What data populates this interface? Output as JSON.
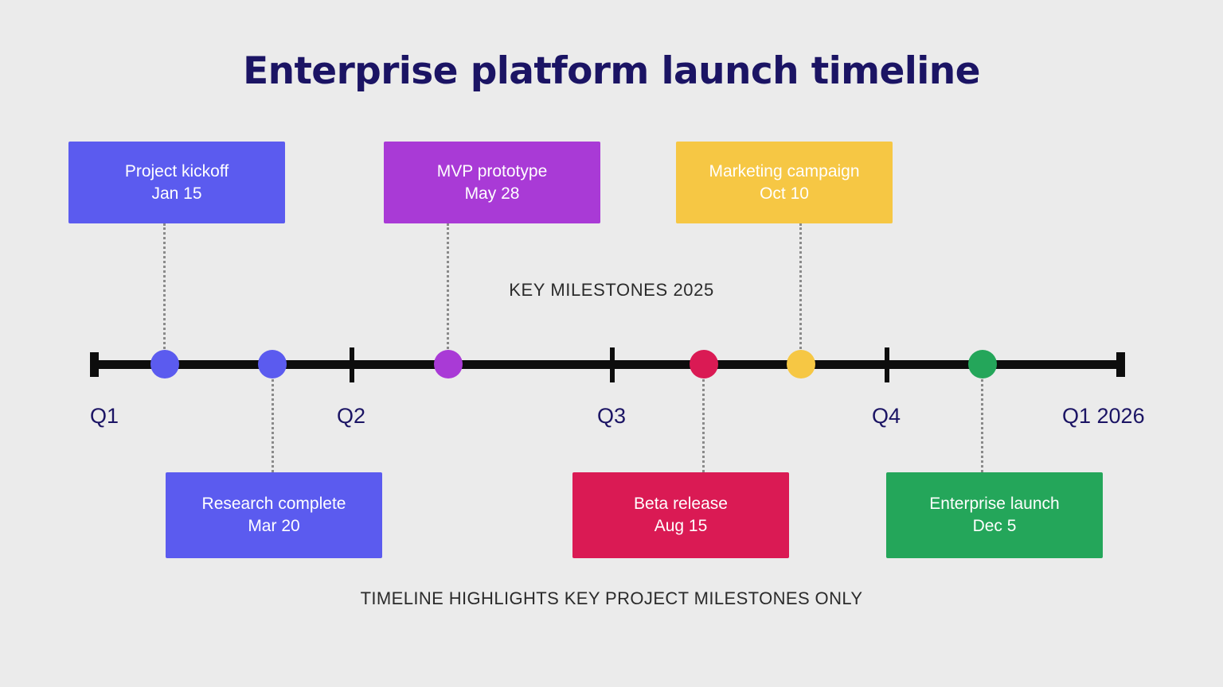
{
  "title": "Enterprise platform launch timeline",
  "center_caption": "KEY MILESTONES 2025",
  "footer_note": "TIMELINE HIGHLIGHTS KEY PROJECT MILESTONES ONLY",
  "background_color": "#ebebeb",
  "axis_color": "#0d0d0d",
  "title_color": "#1b1464",
  "quarter_label_color": "#1b1464",
  "connector_color": "#8a8a8a",
  "chart_data": {
    "type": "timeline",
    "title": "Enterprise platform launch timeline",
    "subtitle": "KEY MILESTONES 2025",
    "footnote": "TIMELINE HIGHLIGHTS KEY PROJECT MILESTONES ONLY",
    "axis_label": "",
    "grid": false,
    "legend": "none",
    "axis_ticks": [
      "Q1",
      "Q2",
      "Q3",
      "Q4",
      "Q1 2026"
    ],
    "milestones": [
      {
        "label": "Project kickoff",
        "date": "Jan 15",
        "color": "#5b5bef",
        "position": "Q1",
        "side": "above"
      },
      {
        "label": "Research complete",
        "date": "Mar 20",
        "color": "#5b5bef",
        "position": "Q1",
        "side": "below"
      },
      {
        "label": "MVP prototype",
        "date": "May 28",
        "color": "#a93ad6",
        "position": "Q2",
        "side": "above"
      },
      {
        "label": "Beta release",
        "date": "Aug 15",
        "color": "#da1a54",
        "position": "Q3",
        "side": "below"
      },
      {
        "label": "Marketing campaign",
        "date": "Oct 10",
        "color": "#f6c744",
        "position": "Q4",
        "side": "above"
      },
      {
        "label": "Enterprise launch",
        "date": "Dec 5",
        "color": "#24a65a",
        "position": "Q4",
        "side": "below"
      }
    ]
  },
  "axis": {
    "quarters": [
      {
        "label": "Q1"
      },
      {
        "label": "Q2"
      },
      {
        "label": "Q3"
      },
      {
        "label": "Q4"
      },
      {
        "label": "Q1 2026"
      }
    ]
  }
}
